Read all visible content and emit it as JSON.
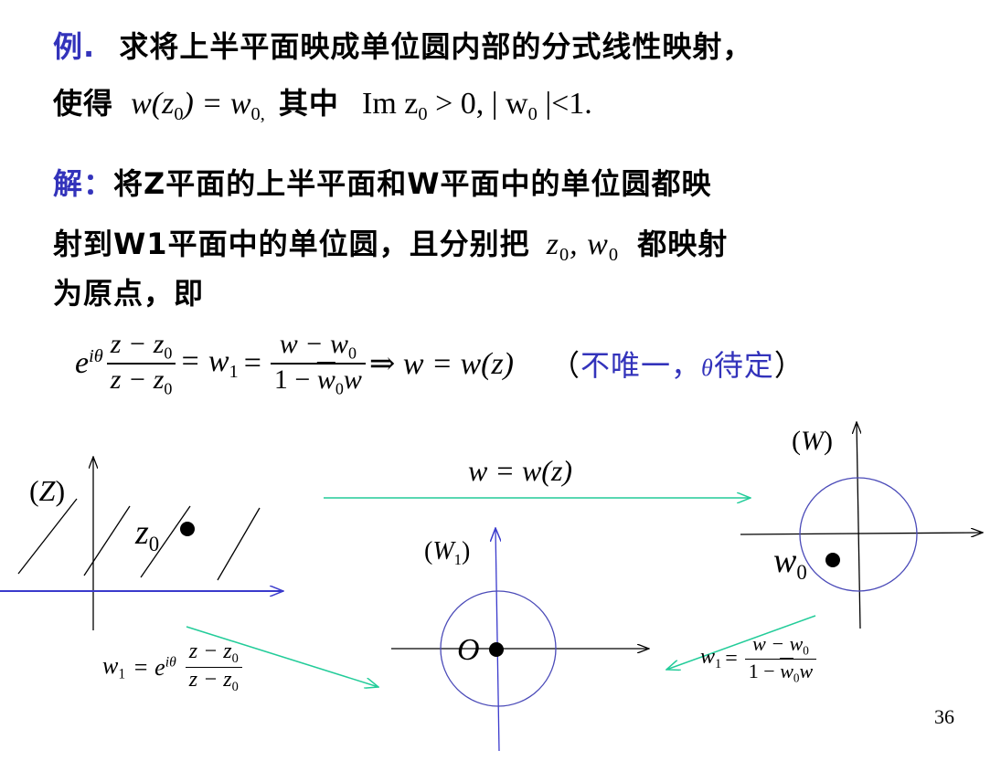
{
  "slide": {
    "example_label": "例.",
    "problem_line1": "求将上半平面映成单位圆内部的分式线性映射，",
    "problem_line2_prefix": "使得",
    "problem_line2_condition_lhs": "w(z",
    "problem_line2_condition_rhs": ") = w",
    "problem_line2_mid": "其中",
    "problem_line2_constraint": "Im z",
    "problem_line2_constraint_rest": " > 0, | w",
    "problem_line2_constraint_end": " |<1.",
    "subscript_zero": "0",
    "solution_label": "解：",
    "solution_line1": "将Z平面的上半平面和W平面中的单位圆都映",
    "solution_line2_prefix": "射到W1平面中的单位圆，且分别把",
    "solution_line2_math": "z",
    "solution_line2_math2": ", w",
    "solution_line2_suffix": "都映射",
    "solution_line3": "为原点，即",
    "page_number": "36"
  },
  "main_formula": {
    "exp_base": "e",
    "exp_power": "iθ",
    "frac1_num": "z − z",
    "frac1_den": "z − z",
    "equals_w1": "= w",
    "sub_one": "1",
    "equals": "=",
    "frac2_num": "w − w",
    "frac2_den_a": "1 − ",
    "frac2_den_b": "w",
    "frac2_den_c": "w",
    "implies": "⇒ w = w(z)",
    "note_open": "（",
    "note_text1": "不唯一，",
    "note_theta": "θ",
    "note_text2": "待定",
    "note_close": "）"
  },
  "diagram": {
    "z_plane_label": "(Z)",
    "z0_label": "z",
    "w1_plane_label": "(W",
    "w1_plane_label_close": ")",
    "origin_label": "O",
    "w_plane_label": "(W)",
    "w0_label": "w",
    "top_arrow_label": "w = w(z)",
    "left_map_lhs": "w",
    "left_map_eq": "= e",
    "left_map_frac_num": "z − z",
    "left_map_frac_den": "z − z",
    "right_map_lhs": "w",
    "right_map_eq": "=",
    "right_map_num": "w − w",
    "right_map_den_a": "1 − ",
    "right_map_den_b": "w",
    "right_map_den_c": "w",
    "colors": {
      "accent_blue": "#3333bb",
      "axis_blue": "#3a3acc",
      "arrow_green": "#22cc99",
      "circle_blue": "#4a4ab8"
    }
  }
}
